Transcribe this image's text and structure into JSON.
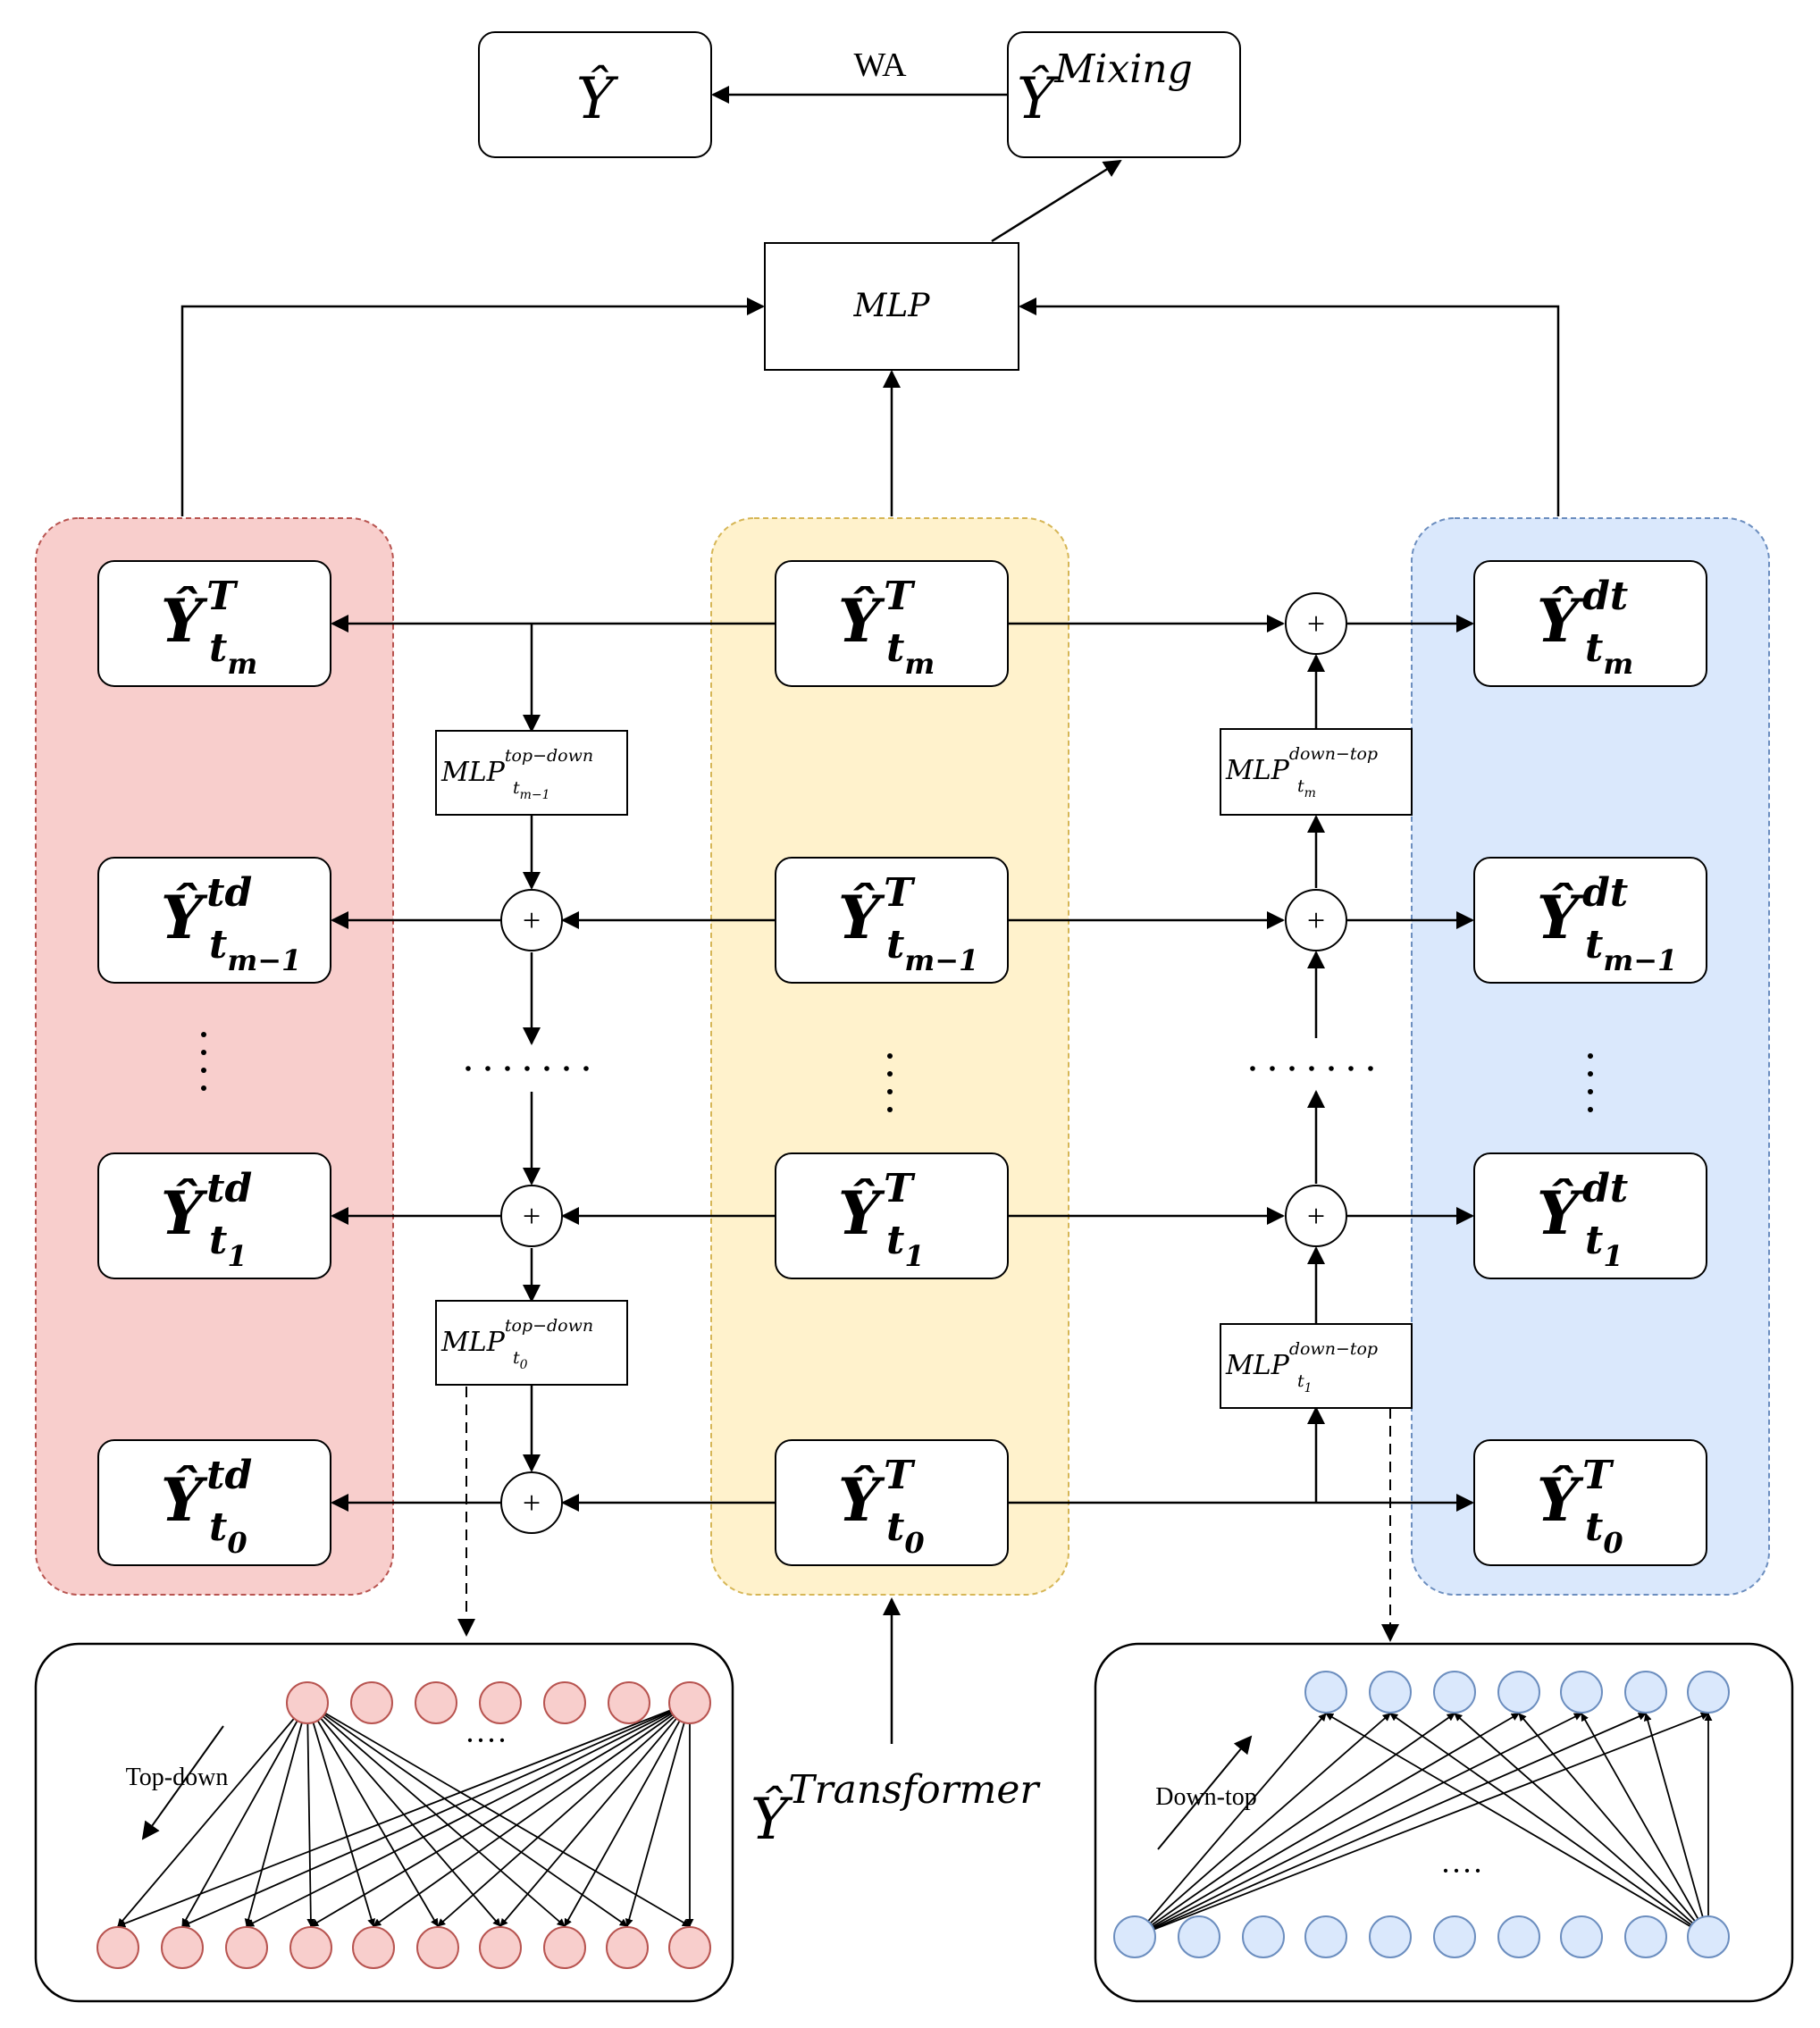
{
  "top": {
    "output": {
      "sym": "Ŷ",
      "sup": "",
      "sub": ""
    },
    "mixing": {
      "sym": "Ŷ",
      "sup": "Mixing",
      "sub": ""
    },
    "wa_label": "WA",
    "mlp_label": "MLP"
  },
  "left_column": [
    {
      "sym": "Ŷ",
      "sup": "T",
      "sub": "t",
      "subsub": "m"
    },
    {
      "sym": "Ŷ",
      "sup": "td",
      "sub": "t",
      "subsub": "m−1"
    },
    {
      "sym": "Ŷ",
      "sup": "td",
      "sub": "t",
      "subsub": "1"
    },
    {
      "sym": "Ŷ",
      "sup": "td",
      "sub": "t",
      "subsub": "0"
    }
  ],
  "middle_column": [
    {
      "sym": "Ŷ",
      "sup": "T",
      "sub": "t",
      "subsub": "m"
    },
    {
      "sym": "Ŷ",
      "sup": "T",
      "sub": "t",
      "subsub": "m−1"
    },
    {
      "sym": "Ŷ",
      "sup": "T",
      "sub": "t",
      "subsub": "1"
    },
    {
      "sym": "Ŷ",
      "sup": "T",
      "sub": "t",
      "subsub": "0"
    }
  ],
  "right_column": [
    {
      "sym": "Ŷ",
      "sup": "dt",
      "sub": "t",
      "subsub": "m"
    },
    {
      "sym": "Ŷ",
      "sup": "dt",
      "sub": "t",
      "subsub": "m−1"
    },
    {
      "sym": "Ŷ",
      "sup": "dt",
      "sub": "t",
      "subsub": "1"
    },
    {
      "sym": "Ŷ",
      "sup": "T",
      "sub": "t",
      "subsub": "0"
    }
  ],
  "mlp_boxes": {
    "td_top": {
      "base": "MLP",
      "sup": "top−down",
      "sub": "t",
      "subsub": "m−1"
    },
    "td_bottom": {
      "base": "MLP",
      "sup": "top−down",
      "sub": "t",
      "subsub": "0"
    },
    "dt_top": {
      "base": "MLP",
      "sup": "down−top",
      "sub": "t",
      "subsub": "m"
    },
    "dt_bottom": {
      "base": "MLP",
      "sup": "down−top",
      "sub": "t",
      "subsub": "1"
    }
  },
  "plus_symbol": "+",
  "transformer_input": {
    "sym": "Ŷ",
    "sup": "Transformer"
  },
  "insets": {
    "top_down_label": "Top-down",
    "down_top_label": "Down-top",
    "ellipsis": "····"
  },
  "colors": {
    "red_panel": "#f8cecc",
    "red_panel_border": "#b85450",
    "yellow_panel": "#fff2cc",
    "yellow_panel_border": "#d6b656",
    "blue_panel": "#dae8fc",
    "blue_panel_border": "#6c8ebf",
    "red_node": "#f8cecc",
    "red_node_border": "#b85450",
    "blue_node": "#dae8fc",
    "blue_node_border": "#6c8ebf"
  }
}
